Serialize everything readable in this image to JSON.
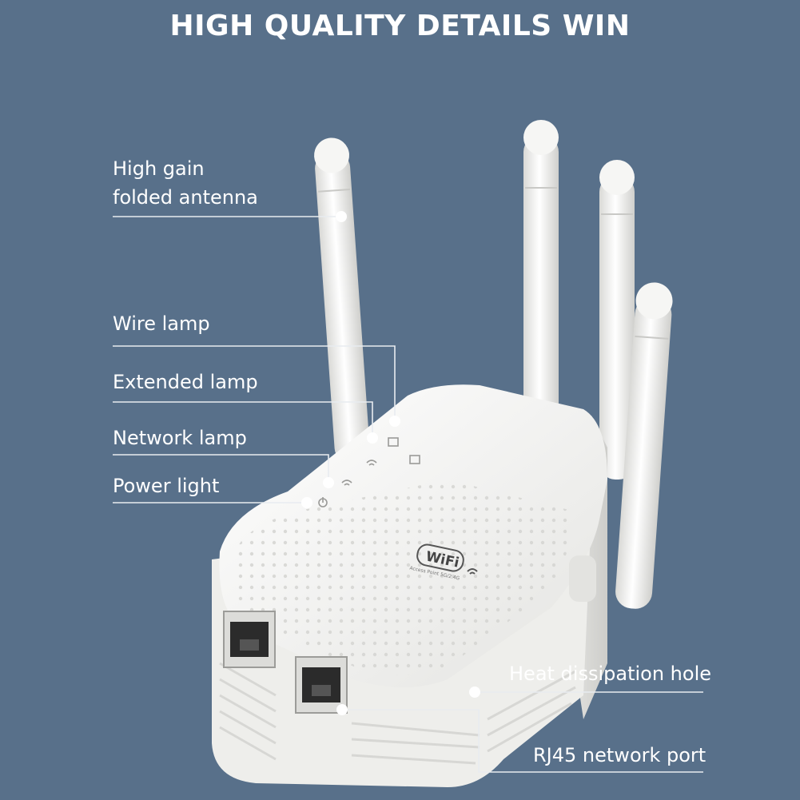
{
  "headline": "HIGH QUALITY DETAILS WIN",
  "labels": {
    "antenna_line1": "High gain",
    "antenna_line2": "folded antenna",
    "wire_lamp": "Wire lamp",
    "extended_lamp": "Extended lamp",
    "network_lamp": "Network lamp",
    "power_light": "Power light",
    "heat_hole": "Heat dissipation hole",
    "rj45_port": "RJ45 network port"
  },
  "device": {
    "badge_text": "WiFi",
    "badge_subtext": "Access Point 5G/2.4G"
  },
  "colors": {
    "background": "#58708a",
    "device_body": "#f4f4f2",
    "callout_line": "#e8ecf0"
  }
}
